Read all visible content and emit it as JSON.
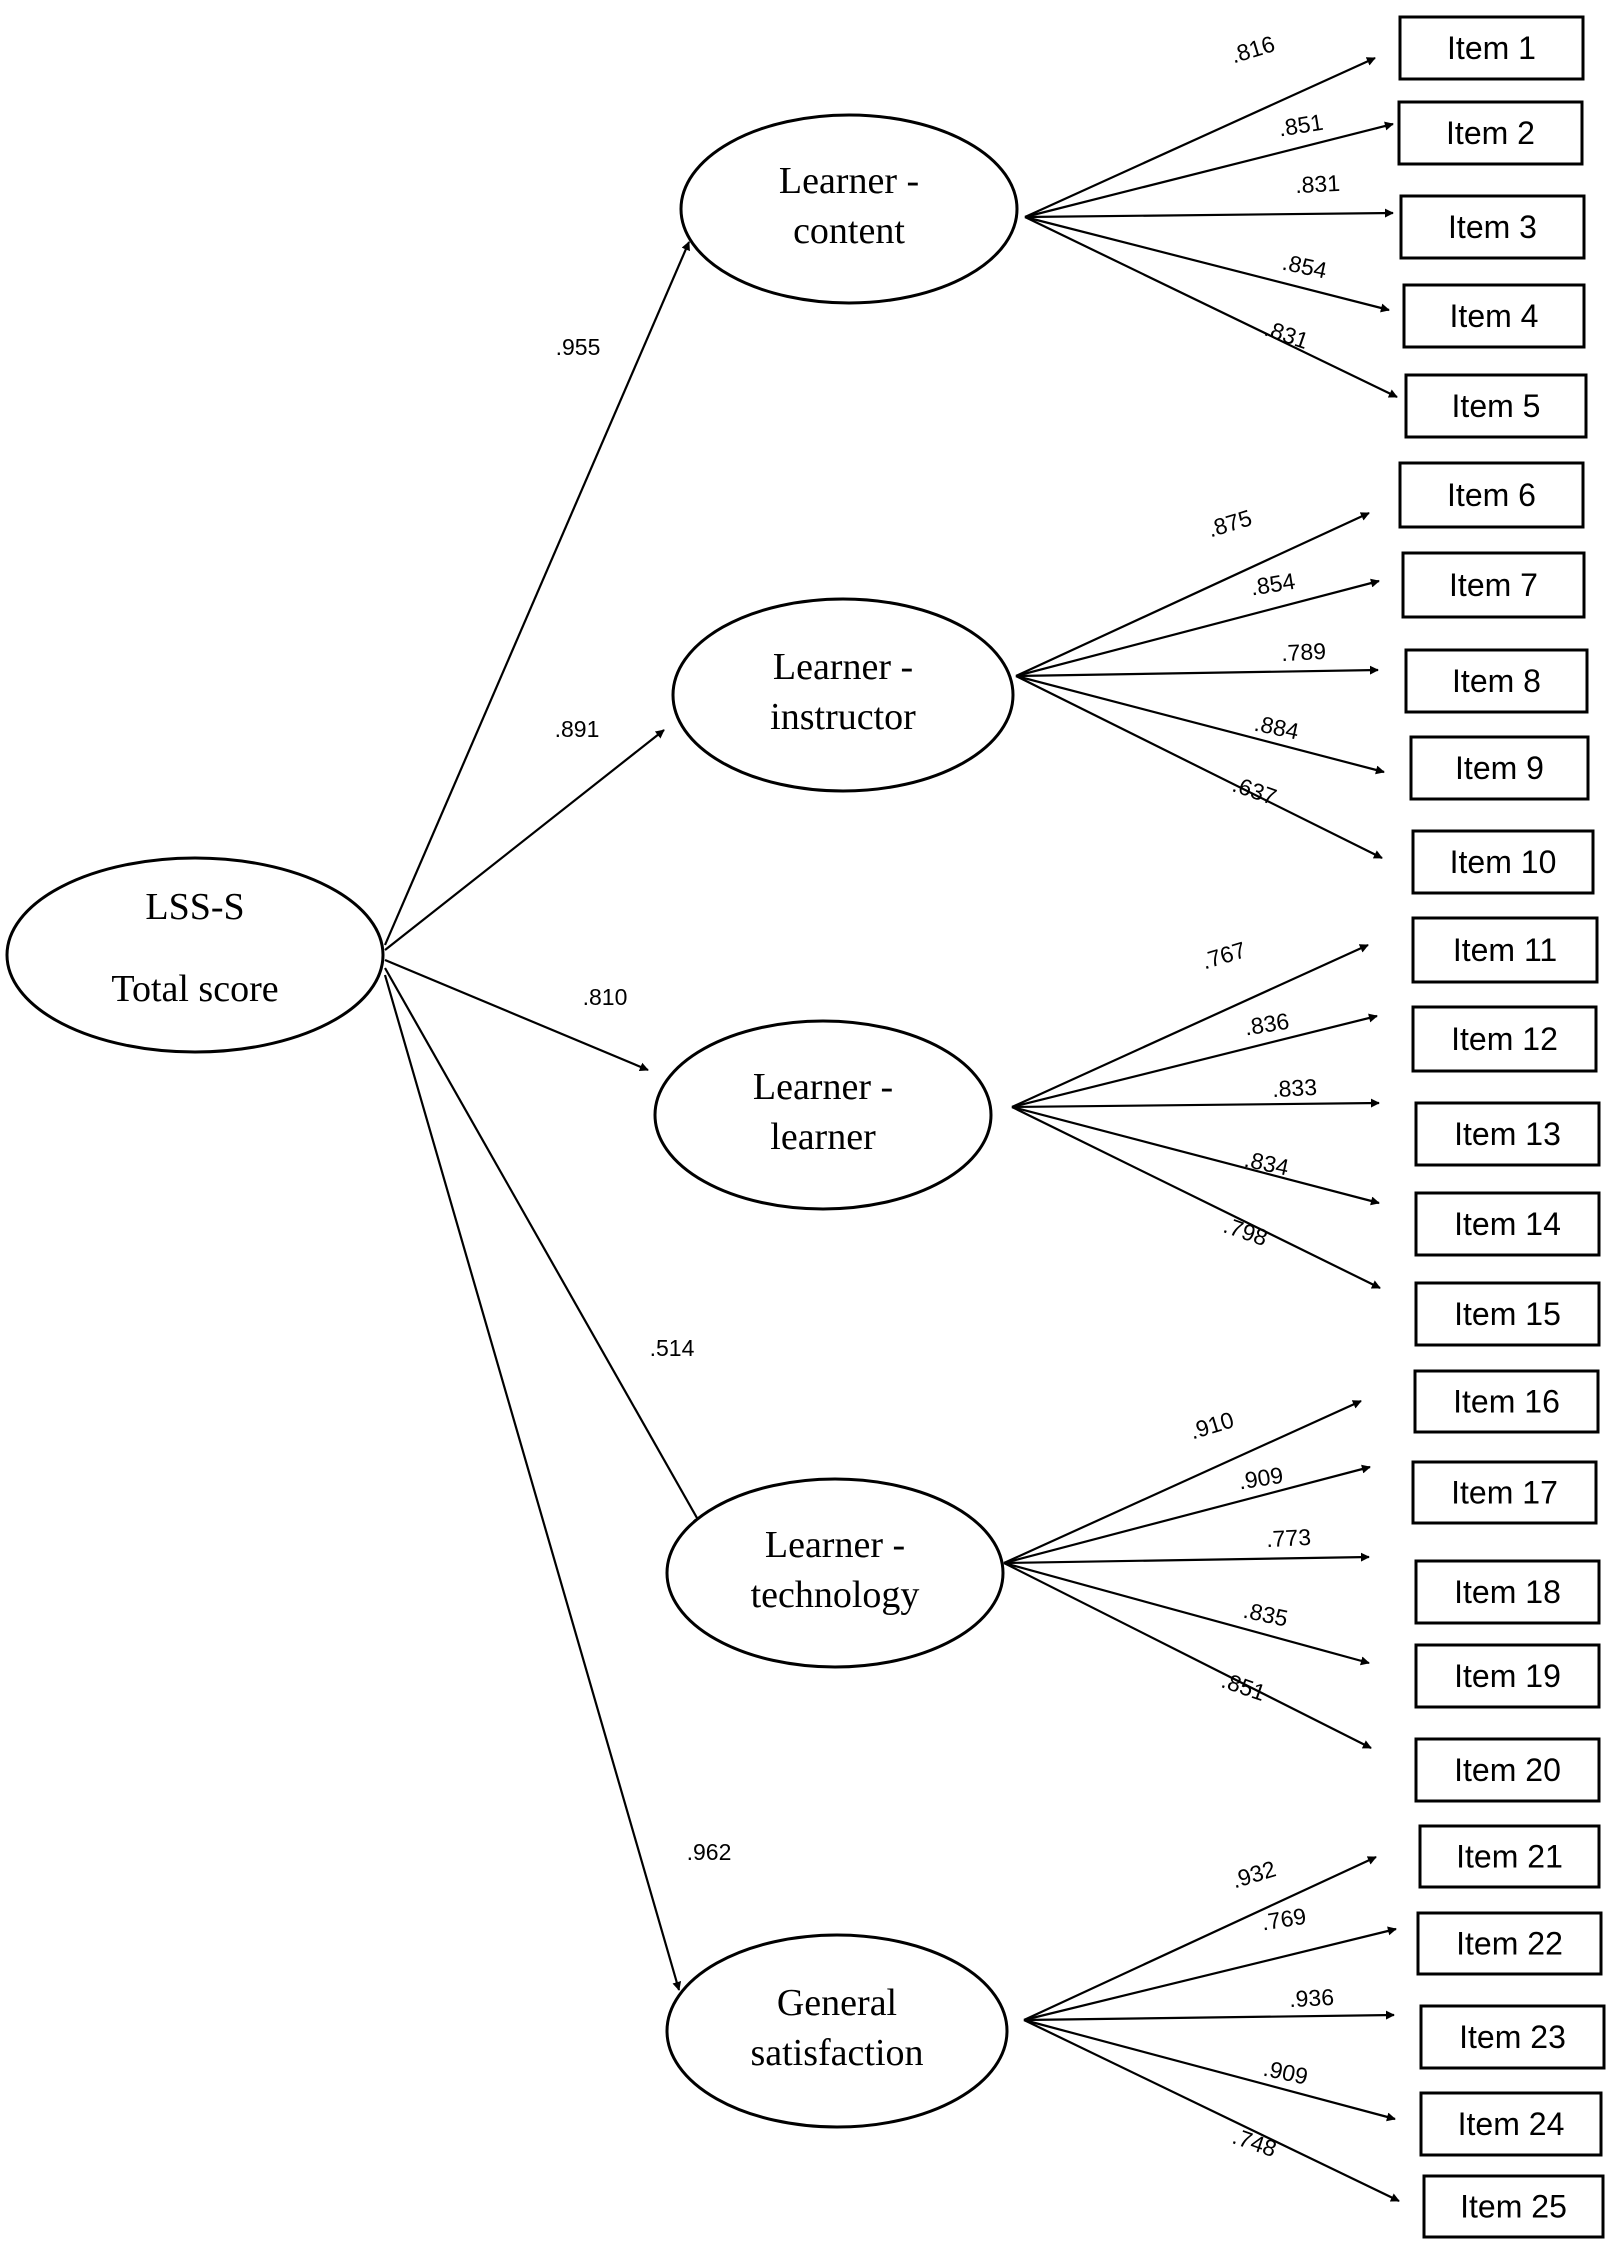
{
  "root": {
    "lines": [
      "LSS-S",
      "Total score"
    ]
  },
  "factors": [
    {
      "lines": [
        "Learner -",
        "content"
      ],
      "loading": ".955",
      "items": [
        {
          "label": "Item 1",
          "coef": ".816"
        },
        {
          "label": "Item 2",
          "coef": ".851"
        },
        {
          "label": "Item 3",
          "coef": ".831"
        },
        {
          "label": "Item 4",
          "coef": ".854"
        },
        {
          "label": "Item 5",
          "coef": ".831"
        }
      ]
    },
    {
      "lines": [
        "Learner -",
        "instructor"
      ],
      "loading": ".891",
      "items": [
        {
          "label": "Item 6",
          "coef": ".875"
        },
        {
          "label": "Item 7",
          "coef": ".854"
        },
        {
          "label": "Item 8",
          "coef": ".789"
        },
        {
          "label": "Item 9",
          "coef": ".884"
        },
        {
          "label": "Item 10",
          "coef": ".637"
        }
      ]
    },
    {
      "lines": [
        "Learner -",
        "learner"
      ],
      "loading": ".810",
      "items": [
        {
          "label": "Item 11",
          "coef": ".767"
        },
        {
          "label": "Item 12",
          "coef": ".836"
        },
        {
          "label": "Item 13",
          "coef": ".833"
        },
        {
          "label": "Item 14",
          "coef": ".834"
        },
        {
          "label": "Item 15",
          "coef": ".798"
        }
      ]
    },
    {
      "lines": [
        "Learner -",
        "technology"
      ],
      "loading": ".514",
      "items": [
        {
          "label": "Item 16",
          "coef": ".910"
        },
        {
          "label": "Item 17",
          "coef": ".909"
        },
        {
          "label": "Item 18",
          "coef": ".773"
        },
        {
          "label": "Item 19",
          "coef": ".835"
        },
        {
          "label": "Item 20",
          "coef": ".851"
        }
      ]
    },
    {
      "lines": [
        "General",
        "satisfaction"
      ],
      "loading": ".962",
      "items": [
        {
          "label": "Item 21",
          "coef": ".932"
        },
        {
          "label": "Item 22",
          "coef": ".769"
        },
        {
          "label": "Item 23",
          "coef": ".936"
        },
        {
          "label": "Item 24",
          "coef": ".909"
        },
        {
          "label": "Item 25",
          "coef": ".748"
        }
      ]
    }
  ]
}
